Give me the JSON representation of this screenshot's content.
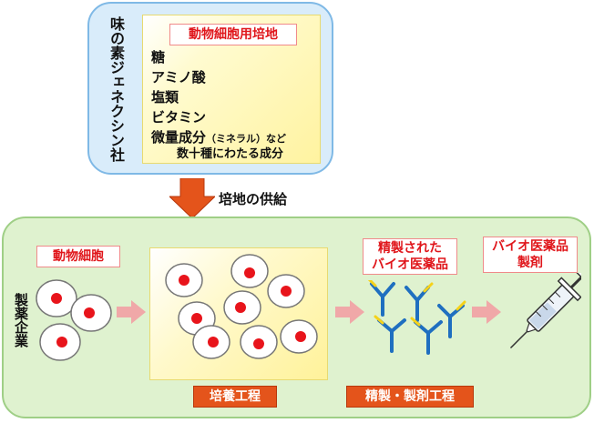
{
  "supplier": {
    "name": "味の素ジェネクシン社"
  },
  "medium": {
    "title": "動物細胞用培地",
    "ingredients": [
      {
        "main": "糖",
        "small": "",
        "tail": ""
      },
      {
        "main": "アミノ酸",
        "small": "",
        "tail": ""
      },
      {
        "main": "塩類",
        "small": "",
        "tail": ""
      },
      {
        "main": "ビタミン",
        "small": "",
        "tail": ""
      },
      {
        "main": "微量成分",
        "small": "（ミネラル）",
        "tail": "など"
      }
    ],
    "summary": "数十種にわたる成分"
  },
  "flow": {
    "supply_label": "培地の供給"
  },
  "company": {
    "name": "製薬企業"
  },
  "stages": {
    "animal_cells": "動物細胞",
    "culture_step": "培養工程",
    "purified_line1": "精製された",
    "purified_line2": "バイオ医薬品",
    "product_line1": "バイオ医薬品",
    "product_line2": "製剤",
    "purify_step": "精製・製剤工程"
  },
  "colors": {
    "top_box": "#d9ecfa",
    "bottom_box": "#dff2cf",
    "panel_yellow": "#fff3a0",
    "label_red": "#e0161b",
    "step_orange": "#e4541b",
    "arrow_pink": "#f0a8a8",
    "arrow_orange": "#e4541b",
    "cell_nucleus": "#e8141b",
    "antibody_blue": "#1f6fc0",
    "antibody_yellow": "#f5d21a"
  }
}
